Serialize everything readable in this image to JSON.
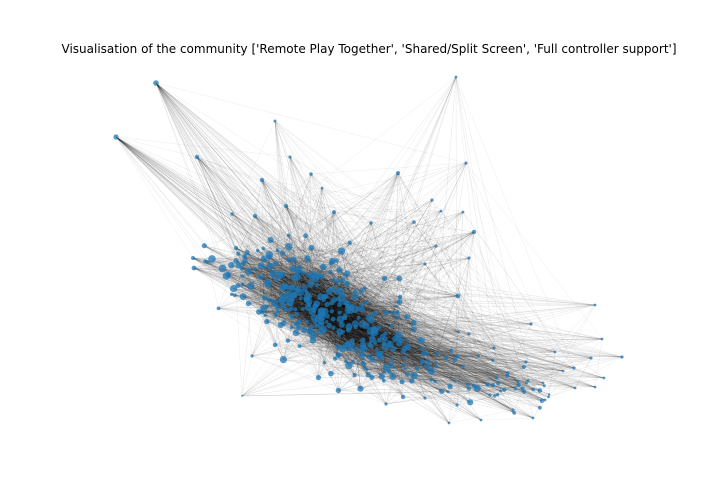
{
  "figure": {
    "title": "Visualisation of the community ['Remote Play Together', 'Shared/Split Screen', 'Full controller support']"
  },
  "colors": {
    "background": "#ffffff",
    "node": "#1f77b4",
    "edge": "#000000"
  },
  "chart_data": {
    "type": "network",
    "title": "Visualisation of the community ['Remote Play Together', 'Shared/Split Screen', 'Full controller support']",
    "axes_visible": false,
    "grid": false,
    "legend": "none",
    "node_color": "#1f77b4",
    "edge_color": "#000000"
  }
}
